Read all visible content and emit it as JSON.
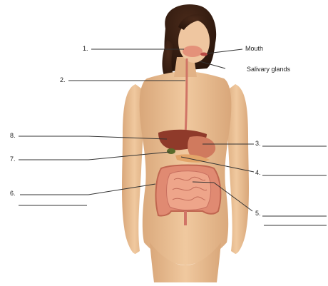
{
  "diagram": {
    "labels": {
      "mouth": "Mouth",
      "salivary_glands": "Salivary glands",
      "n1": "1.",
      "n2": "2.",
      "n3": "3.",
      "n4": "4.",
      "n5": "5.",
      "n6": "6.",
      "n7": "7.",
      "n8": "8."
    }
  }
}
